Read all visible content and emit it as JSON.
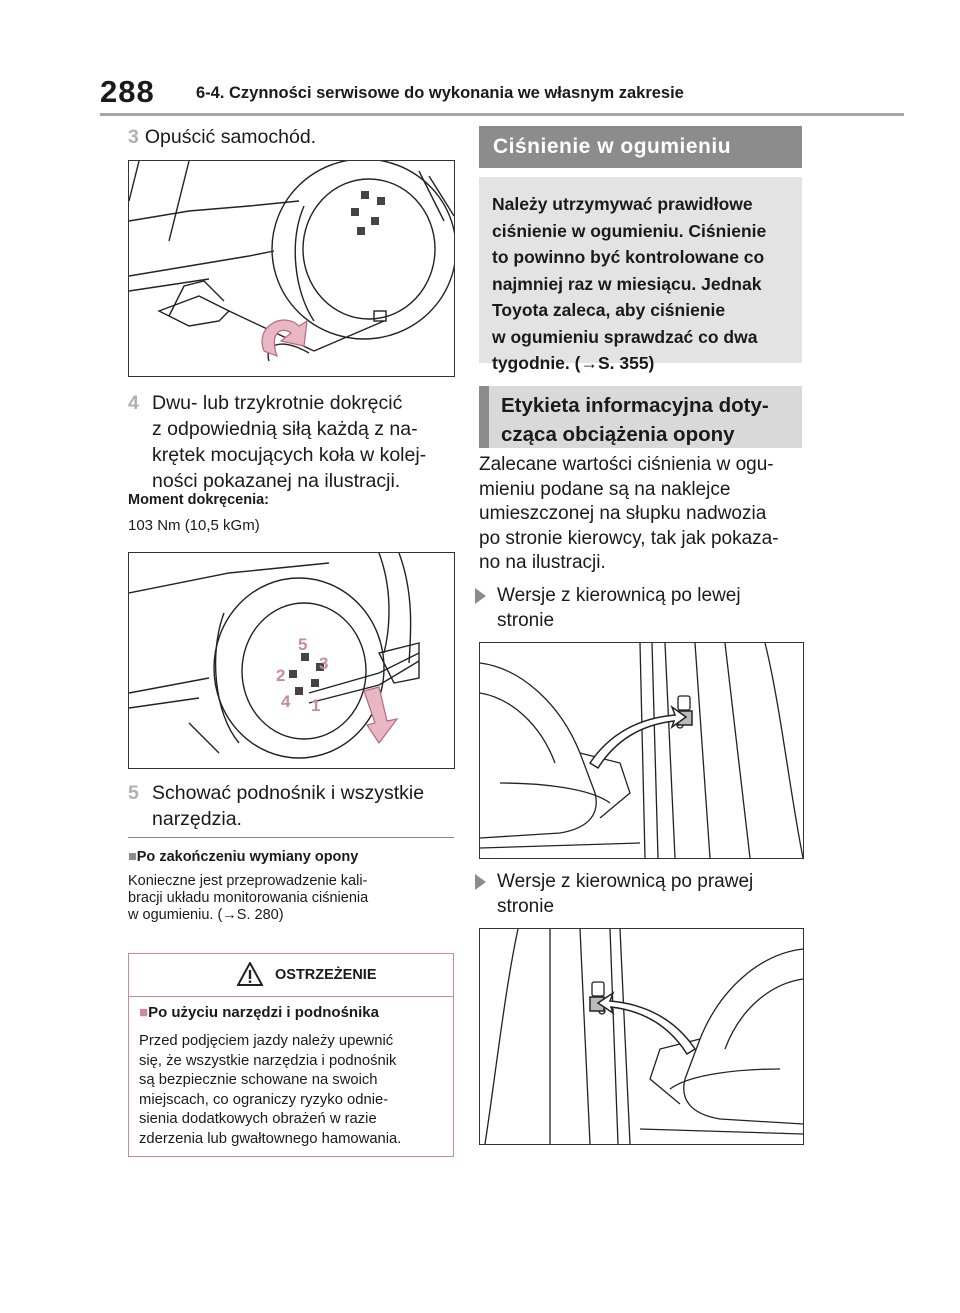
{
  "header": {
    "page_number": "288",
    "section_title": "6-4. Czynności serwisowe do wykonania we własnym zakresie"
  },
  "left": {
    "step3": {
      "num": "3",
      "text": "Opuścić samochód."
    },
    "step4": {
      "num": "4",
      "lines": [
        "Dwu- lub trzykrotnie dokręcić",
        "z odpowiednią siłą każdą z na-",
        "krętek mocujących koła w kolej-",
        "ności pokazanej na ilustracji."
      ]
    },
    "torque_label": "Moment dokręcenia:",
    "torque_value": "103 Nm (10,5 kGm)",
    "nut_order": [
      "1",
      "2",
      "3",
      "4",
      "5"
    ],
    "step5": {
      "num": "5",
      "lines": [
        "Schować podnośnik i wszystkie",
        "narzędzia."
      ]
    },
    "note": {
      "marker": "■",
      "title": "Po zakończeniu wymiany opony",
      "lines": [
        "Konieczne jest przeprowadzenie kali-",
        "bracji układu monitorowania ciśnienia",
        "w ogumieniu. (→S. 280)"
      ]
    },
    "warning": {
      "label": "OSTRZEŻENIE",
      "marker": "■",
      "subtitle": "Po użyciu narzędzi i podnośnika",
      "lines": [
        "Przed podjęciem jazdy należy upewnić",
        "się, że wszystkie narzędzia i podnośnik",
        "są bezpiecznie schowane na swoich",
        "miejscach, co ograniczy ryzyko odnie-",
        "sienia dodatkowych obrażeń w razie",
        "zderzenia lub gwałtownego hamowania."
      ]
    }
  },
  "right": {
    "pressure_title": "Ciśnienie w ogumieniu",
    "pressure_box_lines": [
      "Należy utrzymywać prawidłowe",
      "ciśnienie w ogumieniu. Ciśnienie",
      "to powinno być kontrolowane co",
      "najmniej raz w miesiącu. Jednak",
      "Toyota zaleca, aby ciśnienie",
      "w ogumieniu sprawdzać co dwa",
      "tygodnie. (→S. 355)"
    ],
    "label_title_lines": [
      "Etykieta informacyjna doty-",
      "cząca obciążenia opony"
    ],
    "para_lines": [
      "Zalecane wartości ciśnienia w ogu-",
      "mieniu podane są na naklejce",
      "umieszczonej na słupku nadwozia",
      "po stronie kierowcy, tak jak pokaza-",
      "no na ilustracji."
    ],
    "bullet_left": [
      "Wersje z kierownicą po lewej",
      "stronie"
    ],
    "bullet_right": [
      "Wersje z kierownicą po prawej",
      "stronie"
    ]
  },
  "colors": {
    "accent_pink": "#d4869b",
    "title_gray": "#8c8c8c",
    "box_gray": "#e3e3e3",
    "rule_gray": "#a6a6a6"
  },
  "icons": [
    "warning-triangle-icon",
    "bullet-triangle-icon",
    "arrow-icon"
  ]
}
